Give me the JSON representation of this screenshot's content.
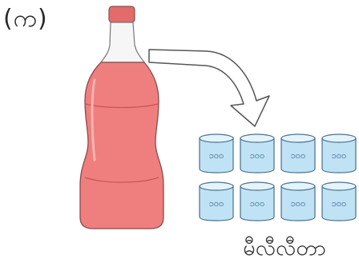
{
  "diagram": {
    "panel_label": "(က)",
    "cup_label": "၁၀၀",
    "cup_count": 8,
    "unit_caption": "မီလီလီတာ",
    "colors": {
      "bottle_liquid": "#ef7f7e",
      "bottle_glass": "#f6f6f6",
      "bottle_cap": "#e46b6b",
      "cup_fill": "#bfe3f5",
      "cup_stroke": "#4a6f8e",
      "arrow_fill": "#ffffff",
      "arrow_stroke": "#555555"
    }
  }
}
